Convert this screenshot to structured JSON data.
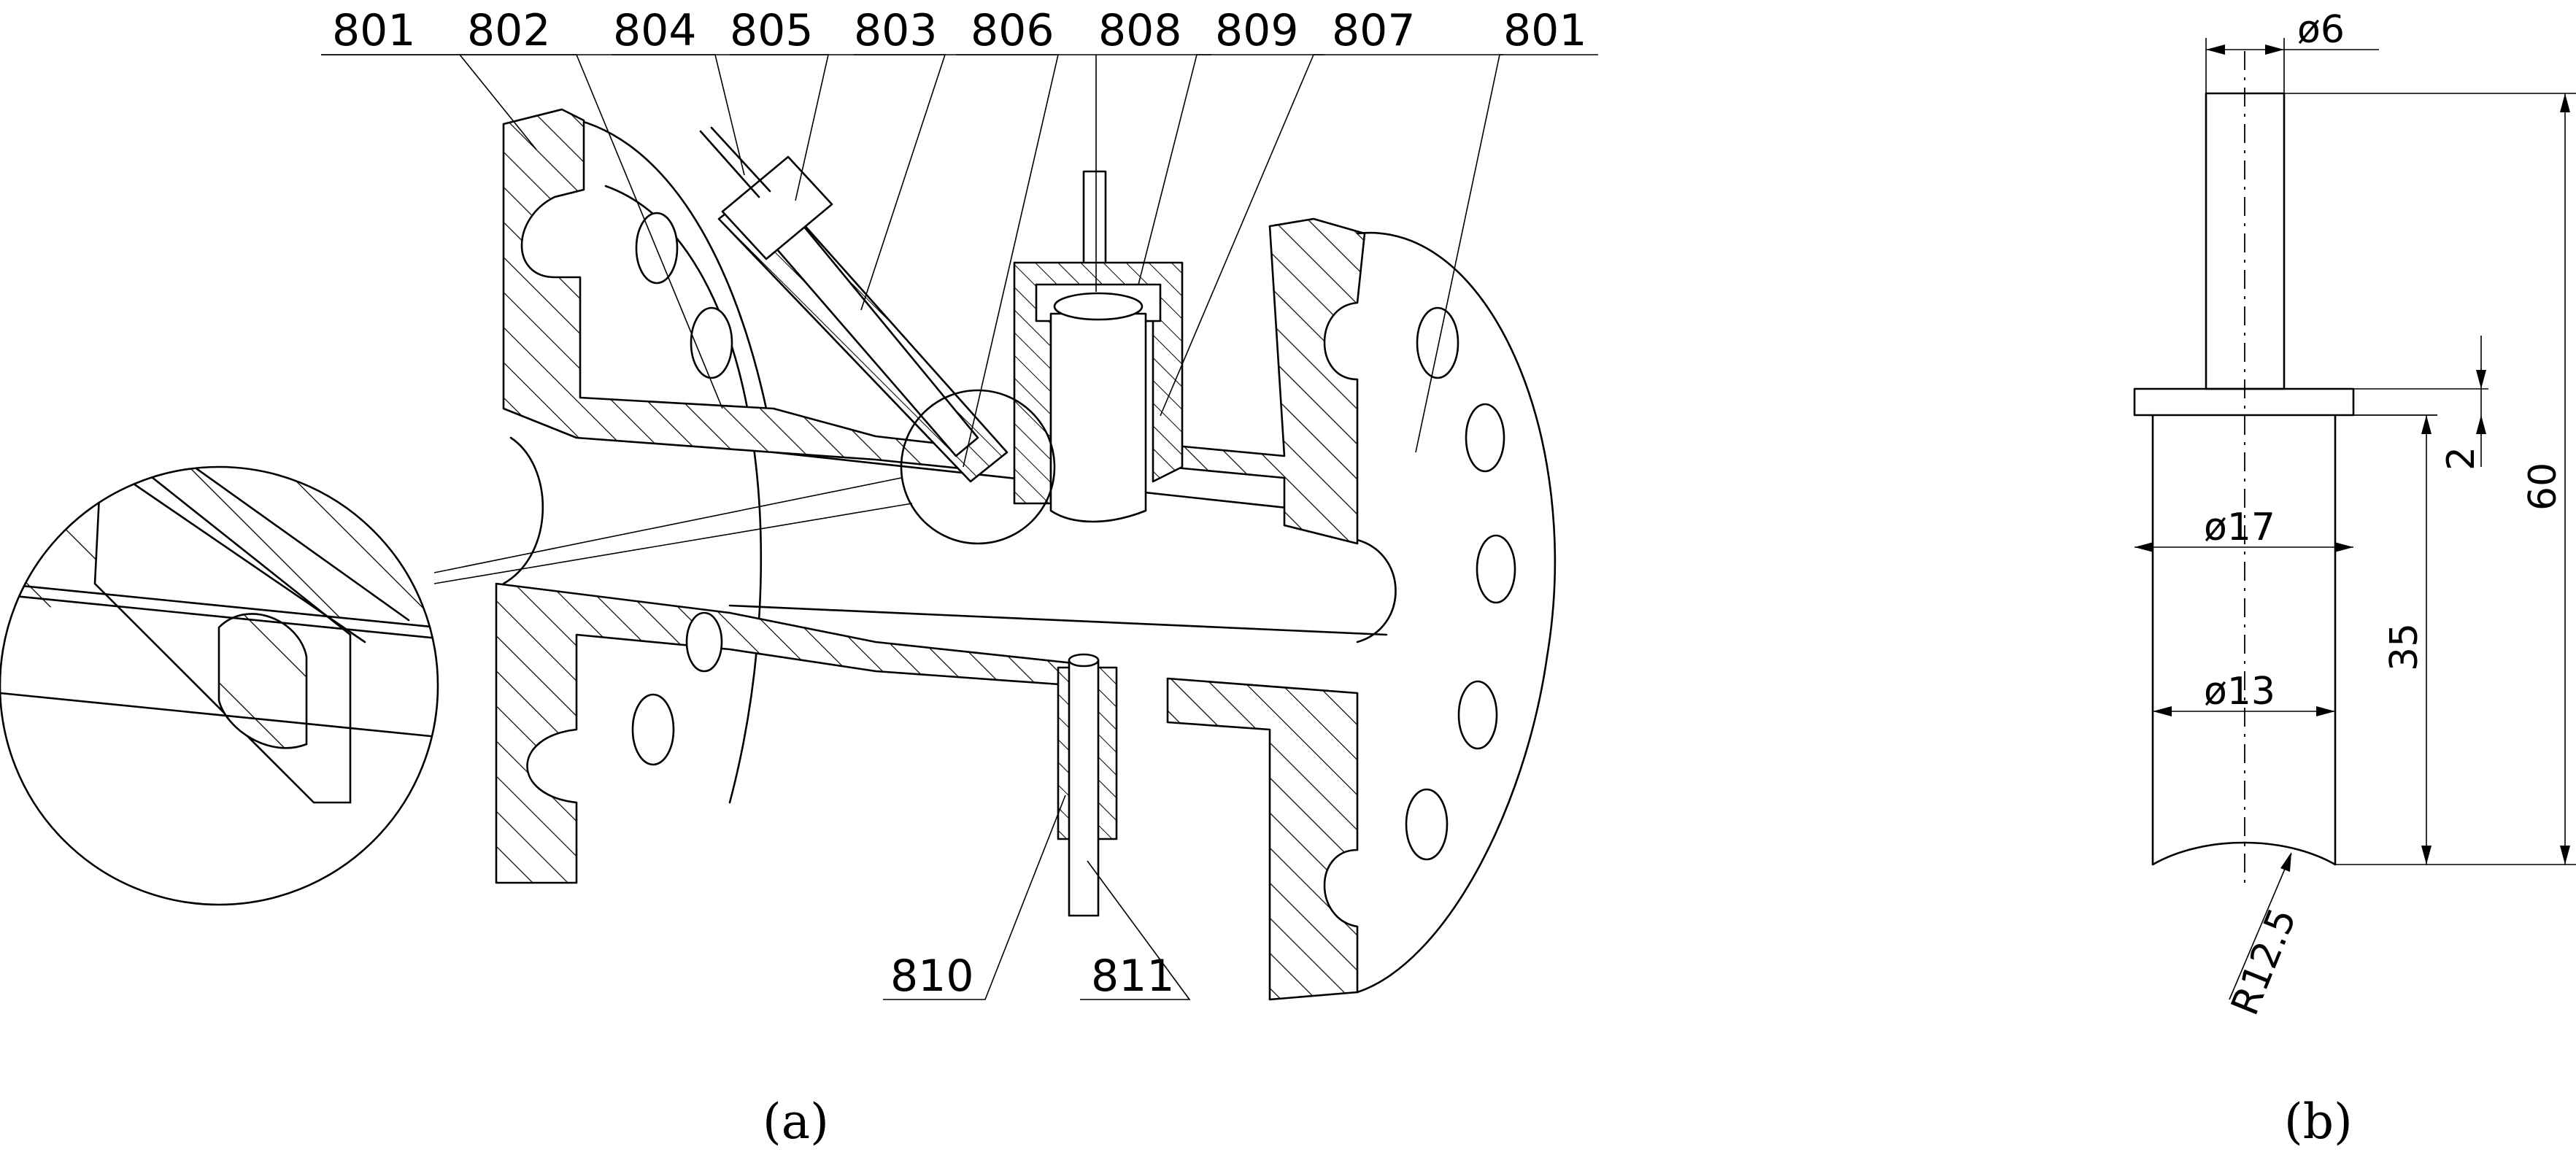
{
  "panel_a": {
    "caption": "(a)",
    "callouts": [
      {
        "id": "c1",
        "text": "801"
      },
      {
        "id": "c2",
        "text": "802"
      },
      {
        "id": "c3",
        "text": "804"
      },
      {
        "id": "c4",
        "text": "805"
      },
      {
        "id": "c5",
        "text": "803"
      },
      {
        "id": "c6",
        "text": "806"
      },
      {
        "id": "c7",
        "text": "808"
      },
      {
        "id": "c8",
        "text": "809"
      },
      {
        "id": "c9",
        "text": "807"
      },
      {
        "id": "c10",
        "text": "801"
      },
      {
        "id": "c11",
        "text": "810"
      },
      {
        "id": "c12",
        "text": "811"
      }
    ]
  },
  "panel_b": {
    "caption": "(b)",
    "dimensions": {
      "rod_diameter": "ø6",
      "flange_diameter": "ø17",
      "body_diameter": "ø13",
      "flange_thickness": "2",
      "body_length": "35",
      "total_length": "60",
      "end_radius": "R12.5"
    }
  }
}
